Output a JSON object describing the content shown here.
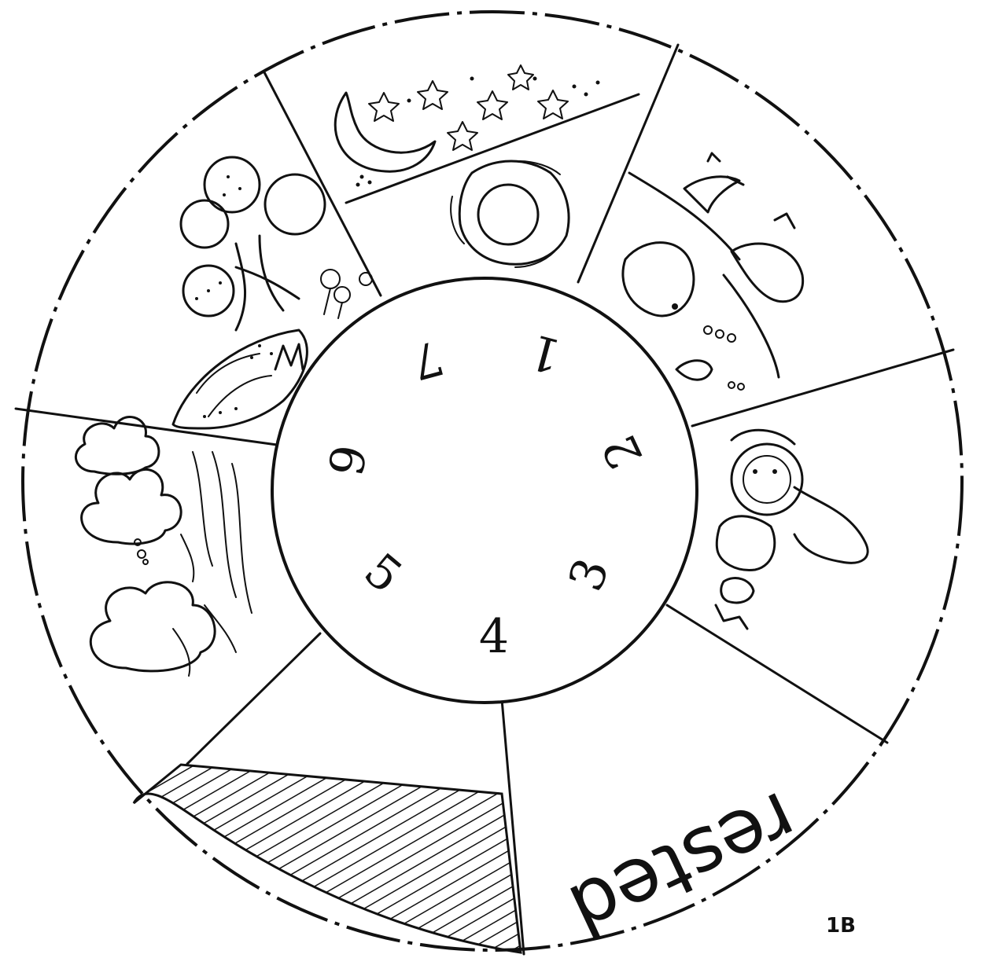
{
  "wheel": {
    "day_numbers": [
      "1",
      "2",
      "3",
      "4",
      "5",
      "6",
      "7"
    ],
    "day7_word": "rested",
    "page_code": "1B"
  },
  "icons": {
    "day1": "sun-moon-stars-icon",
    "day2": "sky-water-clouds-icon",
    "day3": "tree-hills-flowers-icon",
    "day4": "sun-moon-stars-icon",
    "day5": "fish-birds-icon",
    "day6": "animals-icon",
    "day7": "hatched-window-icon"
  }
}
